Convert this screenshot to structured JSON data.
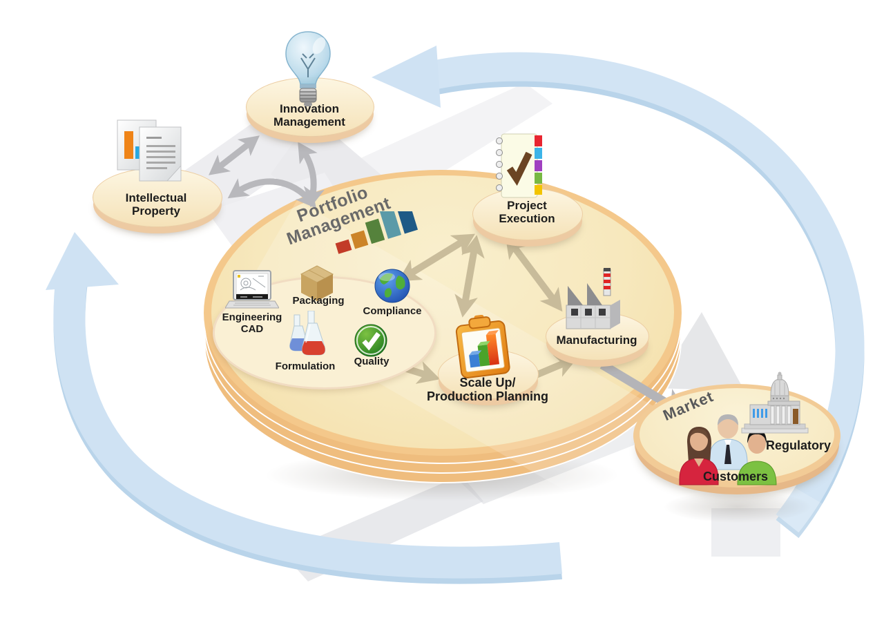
{
  "diagram_type": "product-lifecycle-cycle-diagram",
  "colors": {
    "disc_fill": "#f8ecc6",
    "disc_rim": "#f4c88b",
    "node_fill": "#faf1d8",
    "node_rim": "#edcaa2",
    "cycle_arrow_blue": "#cfe2f3",
    "flow_arrow_tan": "#c5b897",
    "link_arrow_gray": "#b8b8bc",
    "label_text": "#1c1c1c",
    "hub_title_text": "#696969"
  },
  "hub": {
    "title_line1": "Portfolio",
    "title_line2": "Management",
    "chart_icon": "bar-chart-icon",
    "chart_bar_colors": [
      "#c23b28",
      "#cc8428",
      "#55823c",
      "#5b9aa8",
      "#1f5a86"
    ],
    "items": [
      {
        "line1": "Engineering",
        "line2": "CAD",
        "icon": "laptop-cad-icon"
      },
      {
        "line1": "Packaging",
        "icon": "shipping-box-icon"
      },
      {
        "line1": "Compliance",
        "icon": "globe-icon"
      },
      {
        "line1": "Formulation",
        "icon": "flasks-icon"
      },
      {
        "line1": "Quality",
        "icon": "check-badge-icon"
      }
    ]
  },
  "nodes": {
    "innovation": {
      "line1": "Innovation",
      "line2": "Management",
      "icon": "lightbulb-icon"
    },
    "intellectual_property": {
      "line1": "Intellectual",
      "line2": "Property",
      "icon": "documents-icon"
    },
    "project_execution": {
      "line1": "Project",
      "line2": "Execution",
      "icon": "checklist-notebook-icon"
    },
    "manufacturing": {
      "label": "Manufacturing",
      "icon": "factory-icon"
    },
    "scale_up": {
      "line1": "Scale Up/",
      "line2": "Production Planning",
      "icon": "clipboard-chart-icon"
    },
    "market": {
      "title": "Market",
      "customers": "Customers",
      "customers_icon": "people-icon",
      "regulatory": "Regulatory",
      "regulatory_icon": "capitol-icon"
    }
  }
}
